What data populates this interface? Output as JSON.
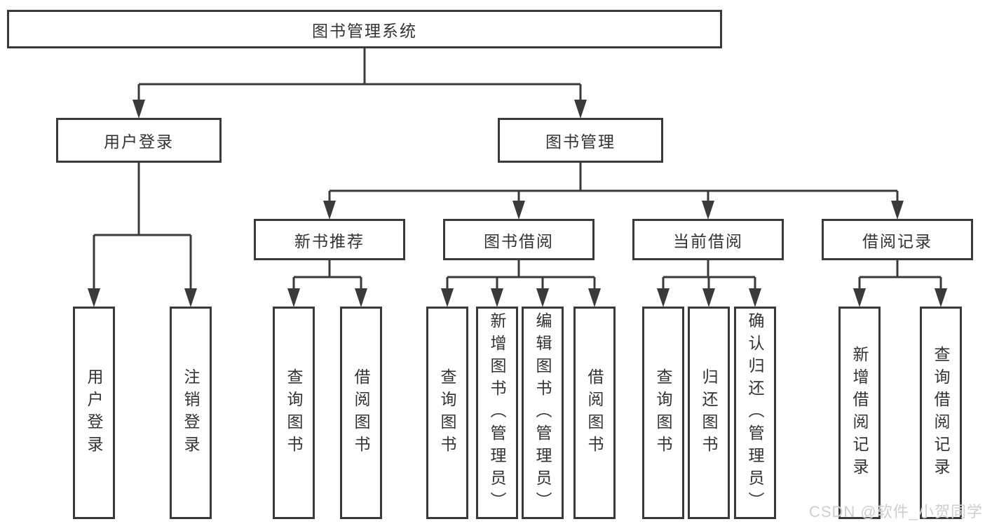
{
  "tree": {
    "root": {
      "label": "图书管理系统",
      "children": [
        {
          "label": "用户登录",
          "children": [
            {
              "label": "用户登录"
            },
            {
              "label": "注销登录"
            }
          ]
        },
        {
          "label": "图书管理",
          "children": [
            {
              "label": "新书推荐",
              "children": [
                {
                  "label": "查询图书"
                },
                {
                  "label": "借阅图书"
                }
              ]
            },
            {
              "label": "图书借阅",
              "children": [
                {
                  "label": "查询图书"
                },
                {
                  "label": "新增图书（管理员）"
                },
                {
                  "label": "编辑图书（管理员）"
                },
                {
                  "label": "借阅图书"
                }
              ]
            },
            {
              "label": "当前借阅",
              "children": [
                {
                  "label": "查询图书"
                },
                {
                  "label": "归还图书"
                },
                {
                  "label": "确认归还（管理员）"
                }
              ]
            },
            {
              "label": "借阅记录",
              "children": [
                {
                  "label": "新增借阅记录"
                },
                {
                  "label": "查询借阅记录"
                }
              ]
            }
          ]
        }
      ]
    }
  },
  "watermark": {
    "text": "CSDN @软件_小贺同学"
  },
  "colors": {
    "line": "#3a3a3a",
    "text": "#333333",
    "watermark": "#cfcfcf",
    "background": "#ffffff"
  }
}
